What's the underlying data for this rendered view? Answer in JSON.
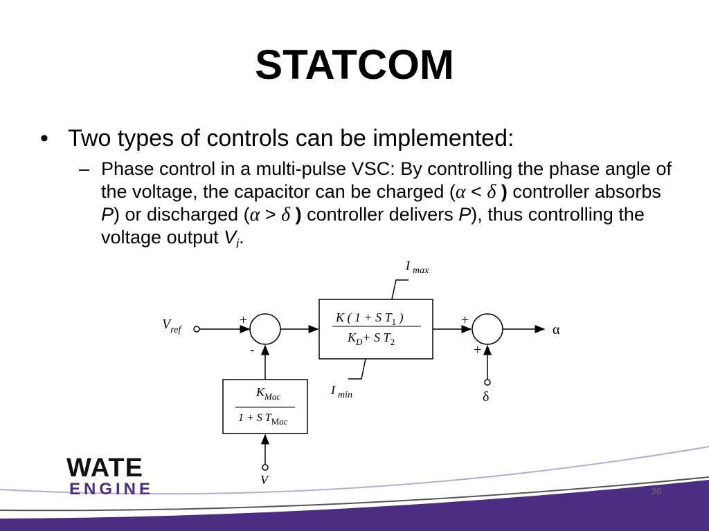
{
  "slide": {
    "title": "STATCOM",
    "bullet_marker": "•",
    "bullet": "Two types of controls can be implemented:",
    "sub_marker": "–",
    "sub": {
      "p1": "Phase control in a multi-pulse VSC: By controlling the phase angle of the voltage, the capacitor can be charged (",
      "alpha": "α",
      "lt": " < ",
      "delta": "δ",
      "rparen": " )",
      "p2": " controller absorbs ",
      "P": "P",
      "p3": ") or discharged (",
      "gt": " > ",
      "p4": " controller delivers ",
      "p5": "), thus controlling the voltage output ",
      "V": "V",
      "i": "i",
      "end": "."
    },
    "page_number": "36"
  },
  "diagram": {
    "vref_v": "V",
    "vref_sub": "ref",
    "plus": "+",
    "minus": "-",
    "block1_num": "K  ( 1 + S T",
    "block1_num_sub": "1",
    "block1_num_end": " )",
    "block1_den_k": "K",
    "block1_den_sub": "D",
    "block1_den_rest": "+ S T",
    "block1_den_sub2": "2",
    "imax_i": "I",
    "imax_sub": "max",
    "imin_i": "I",
    "imin_sub": "min",
    "output": "α",
    "delta_input": "δ",
    "fb_num": "K",
    "fb_num_sub": "M",
    "fb_num_sub2": "ac",
    "fb_den": "1 + S T",
    "fb_den_sub": "M",
    "fb_den_sub2": "ac",
    "v_input": "V"
  },
  "logo": {
    "line1": "WATE",
    "line2": "ENGINE"
  },
  "colors": {
    "brand_purple": "#4b2e83",
    "text": "#000000"
  }
}
